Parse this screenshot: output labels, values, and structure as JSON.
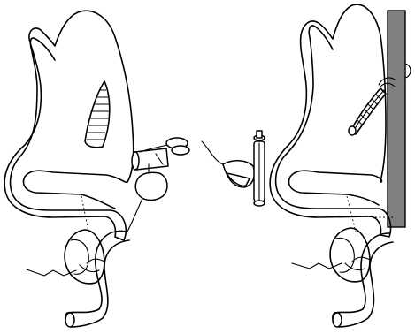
{
  "figure": {
    "panels": [
      {
        "id": "left",
        "elements": [
          "stomach",
          "staple-line-window",
          "duodenum",
          "jejunal-limb",
          "anvil-stapler"
        ]
      },
      {
        "id": "middle",
        "elements": [
          "circular-stapler"
        ]
      },
      {
        "id": "right",
        "elements": [
          "stomach",
          "stapled-tube",
          "duodenum",
          "jejunal-limb",
          "bar"
        ]
      }
    ],
    "colors": {
      "ink": "#000000",
      "background": "#ffffff",
      "bar": "#808080"
    }
  }
}
